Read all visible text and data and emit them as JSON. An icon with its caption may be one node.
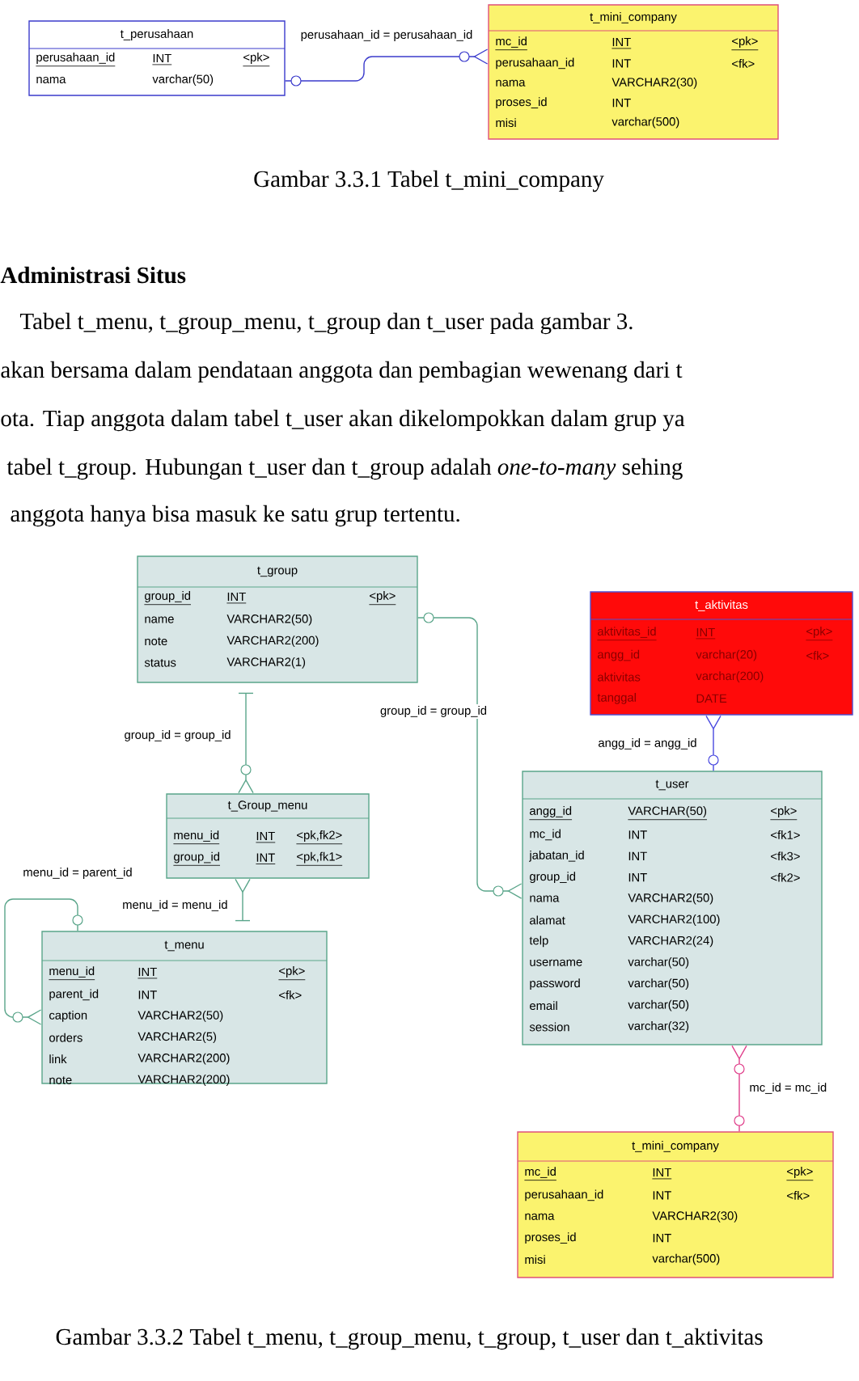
{
  "diagram": {
    "nodes": [
      {
        "text": [
          "t_perusahaan",
          "perusahaan_id",
          "INT",
          "<pk>",
          "nama",
          "varchar(50)"
        ]
      },
      {
        "text": [
          "t_mini_company",
          "mc_id",
          "INT",
          "<pk>",
          "perusahaan_id",
          "INT",
          "<fk>",
          "nama",
          "VARCHAR2(30)",
          "proses_id",
          "INT",
          "misi",
          "varchar(500)"
        ]
      },
      {
        "text": [
          "t_group",
          "group_id",
          "INT",
          "<pk>",
          "name",
          "VARCHAR2(50)",
          "note",
          "VARCHAR2(200)",
          "status",
          "VARCHAR2(1)"
        ]
      },
      {
        "text": [
          "t_aktivitas",
          "aktivitas_id",
          "INT",
          "<pk>",
          "angg_id",
          "varchar(20)",
          "<fk>",
          "aktivitas",
          "varchar(200)",
          "tanggal",
          "DATE"
        ]
      },
      {
        "text": [
          "t_Group_menu",
          "menu_id",
          "INT",
          "<pk,fk2>",
          "group_id",
          "INT",
          "<pk,fk1>"
        ]
      },
      {
        "text": [
          "t_user",
          "angg_id",
          "VARCHAR(50)",
          "<pk>",
          "mc_id",
          "INT",
          "<fk1>",
          "jabatan_id",
          "INT",
          "<fk3>",
          "group_id",
          "INT",
          "<fk2>",
          "nama",
          "VARCHAR2(50)",
          "alamat",
          "VARCHAR2(100)",
          "telp",
          "VARCHAR2(24)",
          "username",
          "varchar(50)",
          "password",
          "varchar(50)",
          "email",
          "varchar(50)",
          "session",
          "varchar(32)"
        ]
      },
      {
        "text": [
          "t_menu",
          "menu_id",
          "INT",
          "<pk>",
          "parent_id",
          "INT",
          "<fk>",
          "caption",
          "VARCHAR2(50)",
          "orders",
          "VARCHAR2(5)",
          "link",
          "VARCHAR2(200)",
          "note",
          "VARCHAR2(200)"
        ]
      },
      {
        "text": [
          "t_mini_company",
          "mc_id",
          "INT",
          "<pk>",
          "perusahaan_id",
          "INT",
          "<fk>",
          "nama",
          "VARCHAR2(30)",
          "proses_id",
          "INT",
          "misi",
          "varchar(500)"
        ]
      }
    ],
    "edges": [
      {
        "from": 0,
        "to": 1,
        "arrow": "other",
        "label": "perusahaan_id = perusahaan_id",
        "color": "#3b3bcc"
      },
      {
        "from": 2,
        "to": 4,
        "arrow": "other",
        "label": "group_id = group_id"
      },
      {
        "from": 2,
        "to": 5,
        "arrow": "other",
        "label": "group_id = group_id"
      },
      {
        "from": 6,
        "to": 4,
        "arrow": "other",
        "label": "menu_id = menu_id"
      },
      {
        "from": 6,
        "to": 6,
        "arrow": "other",
        "label": "menu_id = parent_id"
      },
      {
        "from": 5,
        "to": 3,
        "arrow": "other",
        "label": "angg_id = angg_id",
        "color": "#4a4ae0"
      },
      {
        "from": 7,
        "to": 5,
        "arrow": "other",
        "label": "mc_id = mc_id",
        "color": "#e0408c"
      }
    ],
    "labels": [
      "Gambar 3.3.1 Tabel t_mini_company",
      "Administrasi Situs",
      "Tabel t_menu, t_group_menu, t_group dan t_user pada gambar 3.",
      "akan bersama dalam pendataan anggota dan pembagian wewenang dari t",
      "ota. Tiap anggota dalam tabel t_user akan dikelompokkan dalam grup ya",
      "tabel t_group. Hubungan t_user dan t_group adalah *one-to-many* sehing",
      "anggota hanya bisa masuk ke satu grup tertentu.",
      "Gambar 3.3.2 Tabel t_menu, t_group_menu, t_group, t_user dan t_aktivitas"
    ]
  }
}
